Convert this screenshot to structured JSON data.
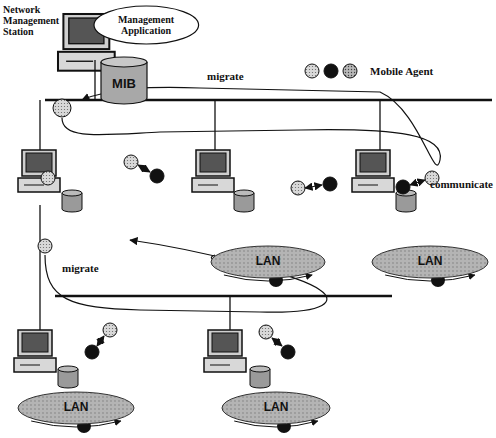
{
  "diagram": {
    "nodes": [
      {
        "text": [
          "Management Application"
        ]
      },
      {
        "text": [
          "MIB"
        ]
      },
      {
        "text": [
          "LAN"
        ]
      },
      {
        "text": [
          "LAN"
        ]
      },
      {
        "text": [
          "LAN"
        ]
      },
      {
        "text": [
          "LAN"
        ]
      }
    ],
    "labels": [
      "Network Management Station",
      "migrate",
      "communicate",
      "migrate"
    ],
    "legend": [
      {
        "text": "Mobile Agent"
      }
    ]
  }
}
